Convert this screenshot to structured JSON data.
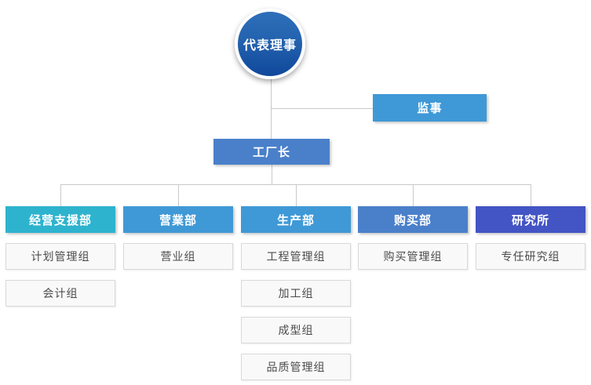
{
  "org": {
    "root": {
      "label": "代表理事"
    },
    "supervisor": {
      "label": "监事"
    },
    "factory_director": {
      "label": "工厂长"
    },
    "departments": [
      {
        "label": "经营支援部",
        "color": "#2eb3ce",
        "teams": [
          "计划管理组",
          "会计组"
        ]
      },
      {
        "label": "营業部",
        "color": "#3f99d6",
        "teams": [
          "营业组"
        ]
      },
      {
        "label": "生产部",
        "color": "#3f99d6",
        "teams": [
          "工程管理组",
          "加工组",
          "成型组",
          "品质管理组"
        ]
      },
      {
        "label": "购买部",
        "color": "#4a80ca",
        "teams": [
          "购买管理组"
        ]
      },
      {
        "label": "研究所",
        "color": "#4354c4",
        "teams": [
          "专任研究组"
        ]
      }
    ],
    "colors": {
      "root_gradient_top": "#2e6fba",
      "root_gradient_bottom": "#10489b",
      "supervisor_box": "#3f99d6",
      "factory_director_box": "#4a80ca",
      "connector_line": "#c9c9c9",
      "team_background": "#f9f9f9",
      "team_border": "#d9d9d9",
      "team_text": "#4c4c4c"
    }
  }
}
